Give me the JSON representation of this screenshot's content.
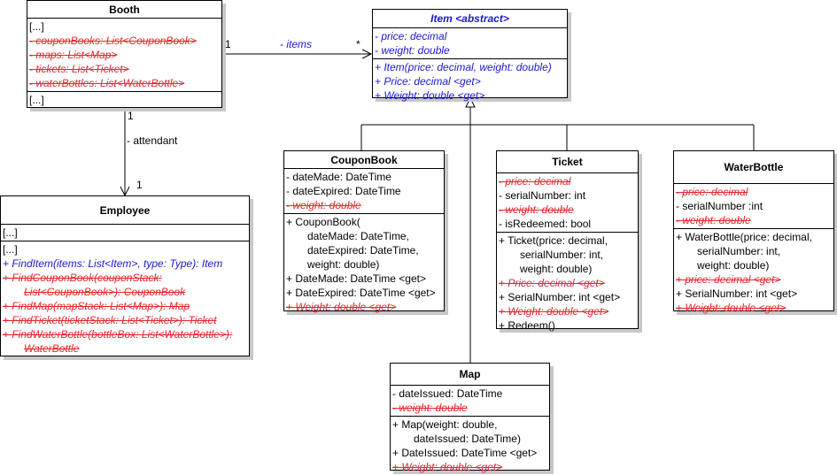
{
  "classes": {
    "booth": {
      "name": "Booth",
      "attributes": [
        {
          "text": "[...]",
          "style": "normal"
        },
        {
          "text": "- couponBooks: List<CouponBook>",
          "style": "deleted"
        },
        {
          "text": "- maps: List<Map>",
          "style": "deleted"
        },
        {
          "text": "- tickets: List<Ticket>",
          "style": "deleted"
        },
        {
          "text": "- waterBottles: List<WaterBottle>",
          "style": "deleted"
        }
      ],
      "operations": [
        {
          "text": "[...]",
          "style": "normal"
        }
      ]
    },
    "item": {
      "name": "Item <abstract>",
      "attributes": [
        {
          "text": "-  price: decimal",
          "style": "abstract"
        },
        {
          "text": "-  weight: double",
          "style": "abstract"
        }
      ],
      "operations": [
        {
          "text": "+ Item(price: decimal, weight: double)",
          "style": "abstract"
        },
        {
          "text": "+ Price: decimal <get>",
          "style": "abstract"
        },
        {
          "text": "+ Weight: double <get>",
          "style": "abstract"
        }
      ]
    },
    "employee": {
      "name": "Employee",
      "attributes": [
        {
          "text": "[...]",
          "style": "normal"
        }
      ],
      "operations": [
        {
          "text": "[...]",
          "style": "normal"
        },
        {
          "text": "+ FindItem(items: List<Item>, type: Type): Item",
          "style": "abstract"
        },
        {
          "text": "+ FindCouponBook(couponStack:",
          "style": "deleted"
        },
        {
          "text": "List<CouponBook>): CouponBook",
          "style": "deleted",
          "indent": true
        },
        {
          "text": "+ FindMap(mapStack: List<Map>): Map",
          "style": "deleted"
        },
        {
          "text": "+ FindTicket(ticketStack: List<Ticket>): Ticket",
          "style": "deleted"
        },
        {
          "text": "+ FindWaterBottle(bottleBox: List<WaterBottle>):",
          "style": "deleted"
        },
        {
          "text": "WaterBottle",
          "style": "deleted",
          "indent": true
        }
      ]
    },
    "couponbook": {
      "name": "CouponBook",
      "attributes": [
        {
          "text": "- dateMade: DateTime",
          "style": "normal"
        },
        {
          "text": "- dateExpired: DateTime",
          "style": "normal"
        },
        {
          "text": "- weight: double",
          "style": "deleted"
        }
      ],
      "operations": [
        {
          "text": "+ CouponBook(",
          "style": "normal"
        },
        {
          "text": "dateMade: DateTime,",
          "style": "normal",
          "indent": true
        },
        {
          "text": "dateExpired: DateTime,",
          "style": "normal",
          "indent": true
        },
        {
          "text": "weight: double)",
          "style": "normal",
          "indent": true
        },
        {
          "text": "+ DateMade: DateTime <get>",
          "style": "normal"
        },
        {
          "text": "+ DateExpired: DateTime <get>",
          "style": "normal"
        },
        {
          "text": "+ Weight: double <get>",
          "style": "deleted"
        }
      ]
    },
    "ticket": {
      "name": "Ticket",
      "attributes": [
        {
          "text": "- price: decimal",
          "style": "deleted"
        },
        {
          "text": "- serialNumber: int",
          "style": "normal"
        },
        {
          "text": "- weight: double",
          "style": "deleted"
        },
        {
          "text": "- isRedeemed: bool",
          "style": "normal"
        }
      ],
      "operations": [
        {
          "text": "+ Ticket(price: decimal,",
          "style": "normal"
        },
        {
          "text": "serialNumber: int,",
          "style": "normal",
          "indent": true
        },
        {
          "text": "weight: double)",
          "style": "normal",
          "indent": true
        },
        {
          "text": "+ Price: decimal <get>",
          "style": "deleted"
        },
        {
          "text": "+ SerialNumber: int <get>",
          "style": "normal"
        },
        {
          "text": "+ Weight: double <get>",
          "style": "deleted"
        },
        {
          "text": "+ Redeem()",
          "style": "normal"
        }
      ]
    },
    "waterbottle": {
      "name": "WaterBottle",
      "attributes": [
        {
          "text": "- price: decimal",
          "style": "deleted"
        },
        {
          "text": "- serialNumber :int",
          "style": "normal"
        },
        {
          "text": "- weight: double",
          "style": "deleted"
        }
      ],
      "operations": [
        {
          "text": "+ WaterBottle(price: decimal,",
          "style": "normal"
        },
        {
          "text": "serialNumber: int,",
          "style": "normal",
          "indent": true
        },
        {
          "text": "weight: double)",
          "style": "normal",
          "indent": true
        },
        {
          "text": "+ price: decimal <get>",
          "style": "deleted"
        },
        {
          "text": "+ SerialNumber: int <get>",
          "style": "normal"
        },
        {
          "text": "+ Weight: double <get>",
          "style": "deleted"
        }
      ]
    },
    "map": {
      "name": "Map",
      "attributes": [
        {
          "text": "- dateIssued: DateTime",
          "style": "normal"
        },
        {
          "text": "- weight: double",
          "style": "deleted"
        }
      ],
      "operations": [
        {
          "text": "+ Map(weight: double,",
          "style": "normal"
        },
        {
          "text": "dateIssued: DateTime)",
          "style": "normal",
          "indent": true
        },
        {
          "text": "+ DateIssued: DateTime <get>",
          "style": "normal"
        },
        {
          "text": "+ Weight: double <get>",
          "style": "deleted"
        }
      ]
    }
  },
  "associations": {
    "booth_items": {
      "source_mult": "1",
      "role": "- items",
      "target_mult": "*"
    },
    "booth_attendant": {
      "source_mult": "1",
      "role": "- attendant",
      "target_mult": "1"
    }
  },
  "colors": {
    "deleted": "#e8262a",
    "abstract": "#1a1ad0",
    "shadow": "#c8c8c8"
  }
}
